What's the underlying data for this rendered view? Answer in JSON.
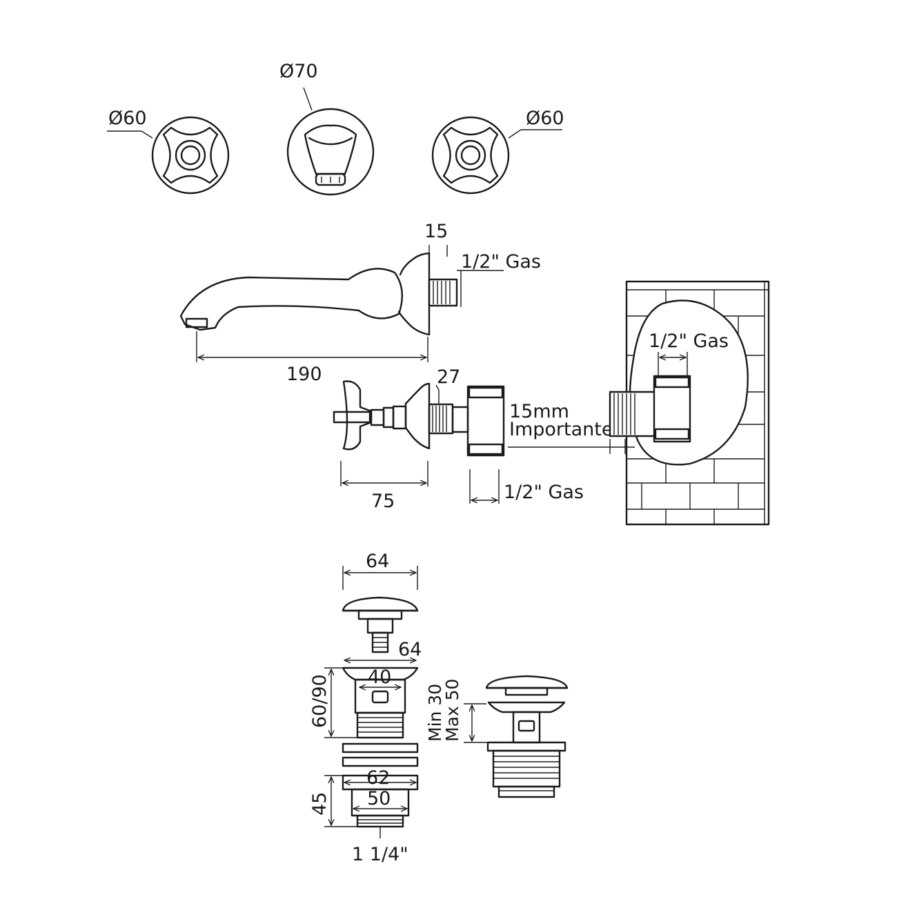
{
  "top_view": {
    "left_handle_diameter": "Ø60",
    "spout_diameter": "Ø70",
    "right_handle_diameter": "Ø60"
  },
  "spout_side": {
    "flange_depth": "15",
    "thread": "1/2\" Gas",
    "length": "190"
  },
  "valve_side": {
    "flange_depth": "27",
    "projection": "75",
    "thread": "1/2\" Gas",
    "wall_pipe_1": "15mm",
    "wall_pipe_2": "Importante"
  },
  "wall_detail": {
    "thread": "1/2\" Gas"
  },
  "waste": {
    "cap_width": "64",
    "flange_width": "64",
    "body_width": "40",
    "body_height": "60/90",
    "nut_width": "62",
    "thread_width": "50",
    "lower_height": "45",
    "thread_size": "1 1/4\"",
    "min_label": "Min 30",
    "max_label": "Max 50"
  }
}
